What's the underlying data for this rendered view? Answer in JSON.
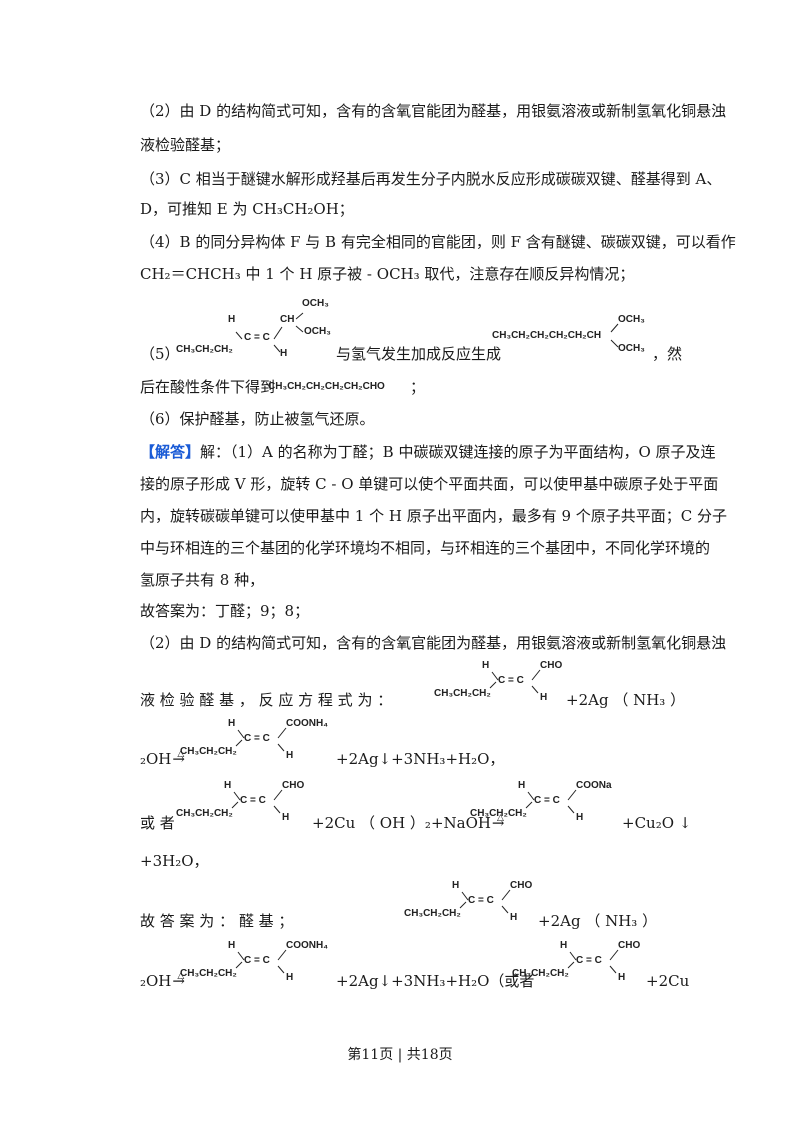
{
  "lines": {
    "l1": "（2）由 D 的结构简式可知，含有的含氧官能团为醛基，用银氨溶液或新制氢氧化铜悬浊",
    "l2": "液检验醛基；",
    "l3": "（3）C 相当于醚键水解形成羟基后再发生分子内脱水反应形成碳碳双键、醛基得到 A、",
    "l4": "D，可推知 E 为 CH₃CH₂OH；",
    "l5": "（4）B 的同分异构体 F 与 B 有完全相同的官能团，则 F 含有醚键、碳碳双键，可以看作",
    "l6": "CH₂＝CHCH₃ 中 1 个 H 原子被 - OCH₃ 取代，注意存在顺反异构情况；",
    "l7a": "（5）",
    "l7b": "与氢气发生加成反应生成",
    "l7c": "，然",
    "l8a": "后在酸性条件下得到",
    "l8b": "；",
    "l9": "（6）保护醛基，防止被氢气还原。",
    "l10_tag": "【解答】",
    "l10": "解：（1）A 的名称为丁醛；B 中碳碳双键连接的原子为平面结构，O 原子及连",
    "l11": "接的原子形成 V 形，旋转 C - O 单键可以使个平面共面，可以使甲基中碳原子处于平面",
    "l12": "内，旋转碳碳单键可以使甲基中 1 个 H 原子出平面内，最多有 9 个原子共平面；C 分子",
    "l13": "中与环相连的三个基团的化学环境均不相同，与环相连的三个基团中，不同化学环境的",
    "l14": "氢原子共有 8 种，",
    "l15": "故答案为：丁醛；9；8；",
    "l16": "（2）由 D 的结构简式可知，含有的含氧官能团为醛基，用银氨溶液或新制氢氧化铜悬浊",
    "l17a": "液 检 验 醛 基 ， 反 应 方 程 式 为 ：",
    "l17b": "+2Ag （ NH₃ ）",
    "l18a": "₂OH",
    "l18b": "+2Ag↓+3NH₃+H₂O，",
    "l19a": "或 者",
    "l19b": "+2Cu （ OH ）₂+NaOH",
    "l19c": "+Cu₂O ↓",
    "l20": "+3H₂O，",
    "l21a": "故 答 案 为 ： 醛 基 ；",
    "l21b": "+2Ag （ NH₃ ）",
    "l22a": "₂OH",
    "l22b": "+2Ag↓+3NH₃+H₂O（或者",
    "l22c": "+2Cu"
  },
  "formulas": {
    "ch3ch2ch2": "CH₃CH₂CH₂",
    "h": "H",
    "c_eq_c": "C = C",
    "ch": "CH",
    "och3": "OCH₃",
    "cho": "CHO",
    "coonh4": "COONH₄",
    "coona": "COONa",
    "long_chain": "CH₃CH₂CH₂CH₂CH₂CH",
    "product_5": "CH₃CH₂CH₂CH₂CH₂CHO"
  },
  "footer": "第11页 | 共18页"
}
